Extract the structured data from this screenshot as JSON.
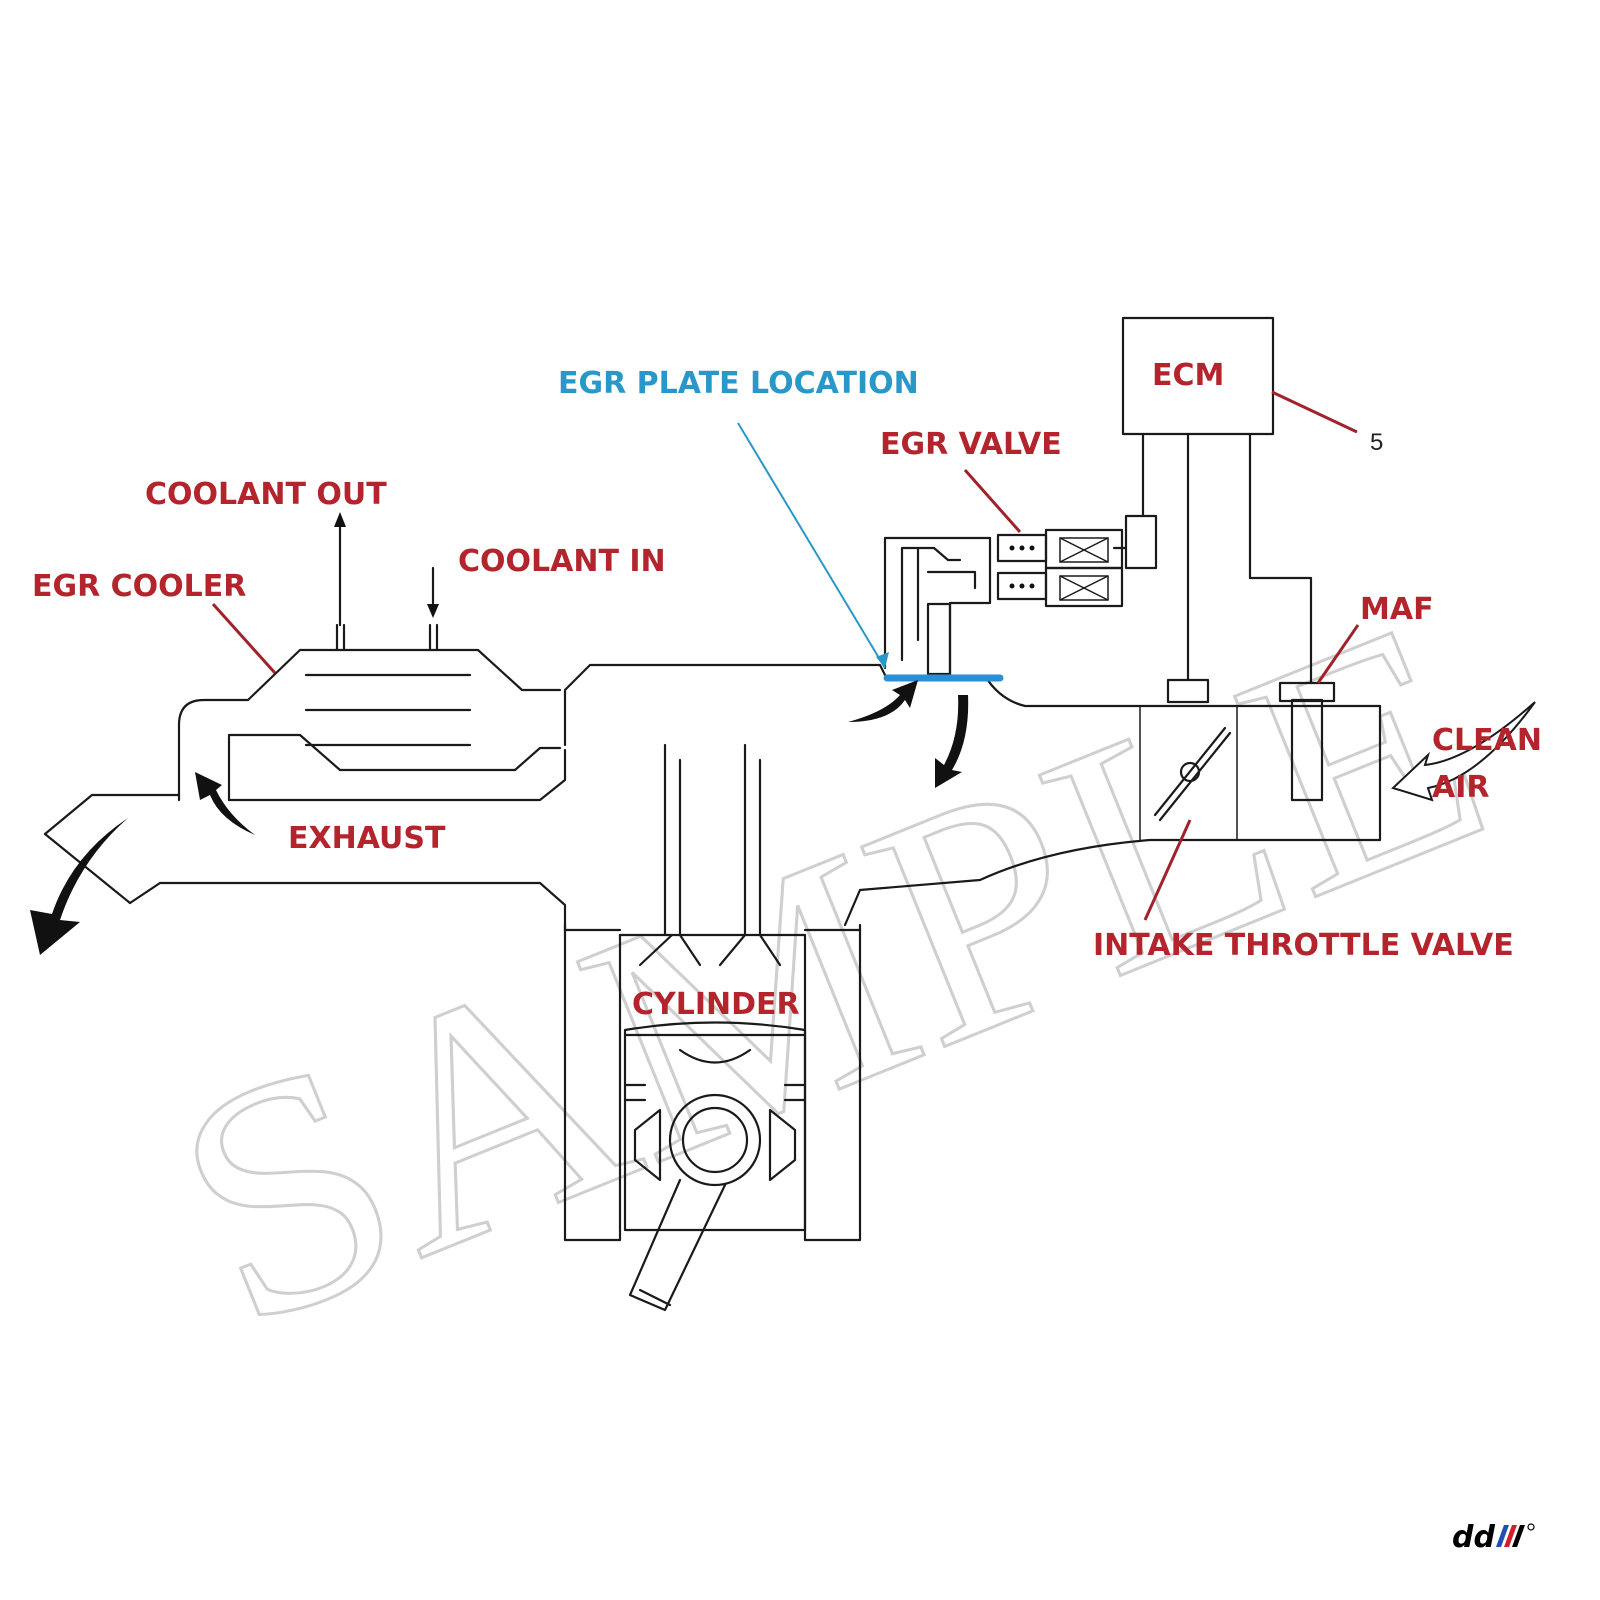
{
  "labels": {
    "egr_plate_location": "EGR PLATE LOCATION",
    "ecm": "ECM",
    "ecm_ref_number": "5",
    "egr_valve": "EGR VALVE",
    "coolant_out": "COOLANT OUT",
    "coolant_in": "COOLANT IN",
    "egr_cooler": "EGR COOLER",
    "maf": "MAF",
    "clean": "CLEAN",
    "air": "AIR",
    "exhaust": "EXHAUST",
    "intake_throttle_valve": "INTAKE THROTTLE VALVE",
    "cylinder": "CYLINDER"
  },
  "watermark": {
    "text": "SAMPLE"
  },
  "logo": {
    "text": "dd",
    "stripe_colors": [
      "#1f4fb4",
      "#d01f2a",
      "#000000"
    ]
  },
  "colors": {
    "label_red": "#b3242c",
    "label_blue": "#2a97c9",
    "plate_blue": "#2a8fd4"
  }
}
